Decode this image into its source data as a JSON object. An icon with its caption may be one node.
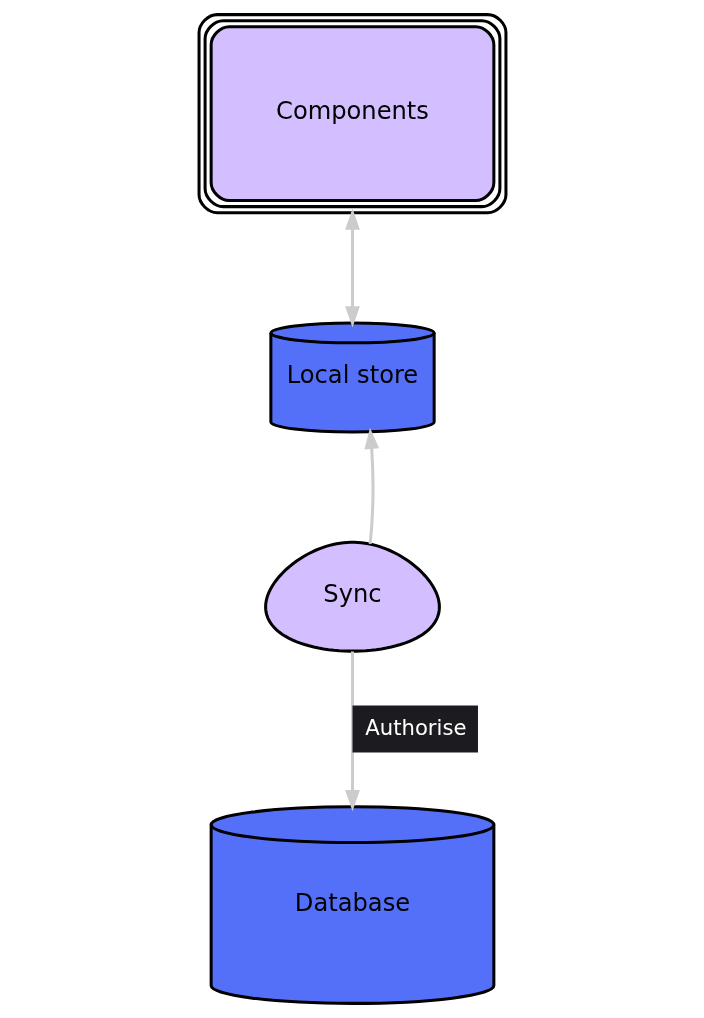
{
  "diagram": {
    "nodes": [
      {
        "text": [
          "Components"
        ]
      },
      {
        "text": [
          "Local store"
        ]
      },
      {
        "text": [
          "Sync"
        ]
      },
      {
        "text": [
          "Database"
        ]
      }
    ],
    "edges": [
      {
        "from": 0,
        "to": 1,
        "arrow": "both"
      },
      {
        "from": 2,
        "to": 1,
        "arrow": "to"
      },
      {
        "from": 2,
        "to": 3,
        "arrow": "to",
        "label": "Authorise"
      }
    ]
  }
}
